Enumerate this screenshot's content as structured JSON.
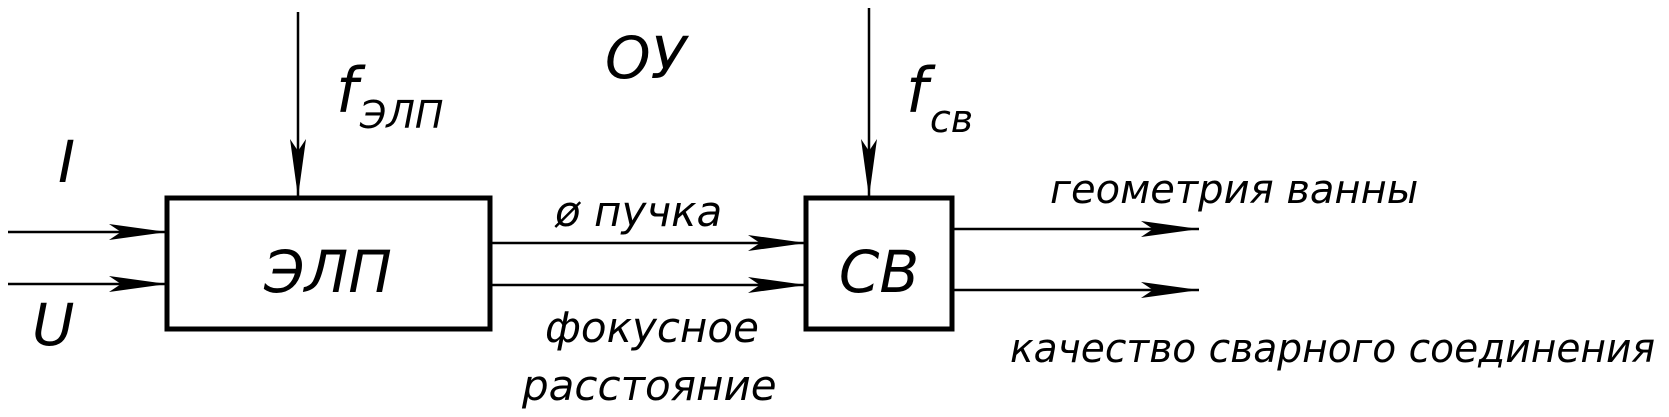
{
  "title": "ОУ",
  "inputs": {
    "current": "I",
    "voltage": "U"
  },
  "blocks": {
    "gun": {
      "label": "ЭЛП"
    },
    "weld": {
      "label": "СВ"
    }
  },
  "disturbances": {
    "gun": {
      "symbol": "f",
      "subscript": "ЭЛП"
    },
    "weld": {
      "symbol": "f",
      "subscript": "св"
    }
  },
  "links": {
    "beam_diameter": "ø пучка",
    "focal_distance_line1": "фокусное",
    "focal_distance_line2": "расстояние"
  },
  "outputs": {
    "pool_geometry": "геометрия ванны",
    "joint_quality": "качество сварного соединения"
  }
}
